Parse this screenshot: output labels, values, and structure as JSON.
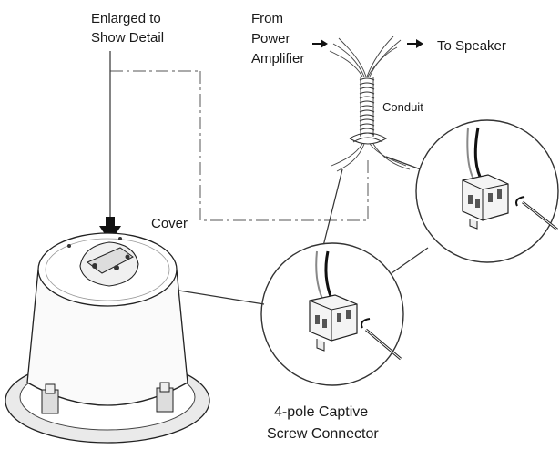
{
  "labels": {
    "enlarged_line1": "Enlarged to",
    "enlarged_line2": "Show Detail",
    "from_line1": "From",
    "from_line2": "Power",
    "from_line3": "Amplifier",
    "to_speaker": "To Speaker",
    "conduit": "Conduit",
    "cover": "Cover",
    "connector_line1": "4-pole Captive",
    "connector_line2": "Screw Connector"
  },
  "icons": [
    "arrow-right-icon",
    "arrow-down-icon",
    "screwdriver-icon",
    "connector-block-icon"
  ],
  "colors": {
    "line": "#333333",
    "wire_dark": "#111111",
    "wire_light": "#888888"
  }
}
